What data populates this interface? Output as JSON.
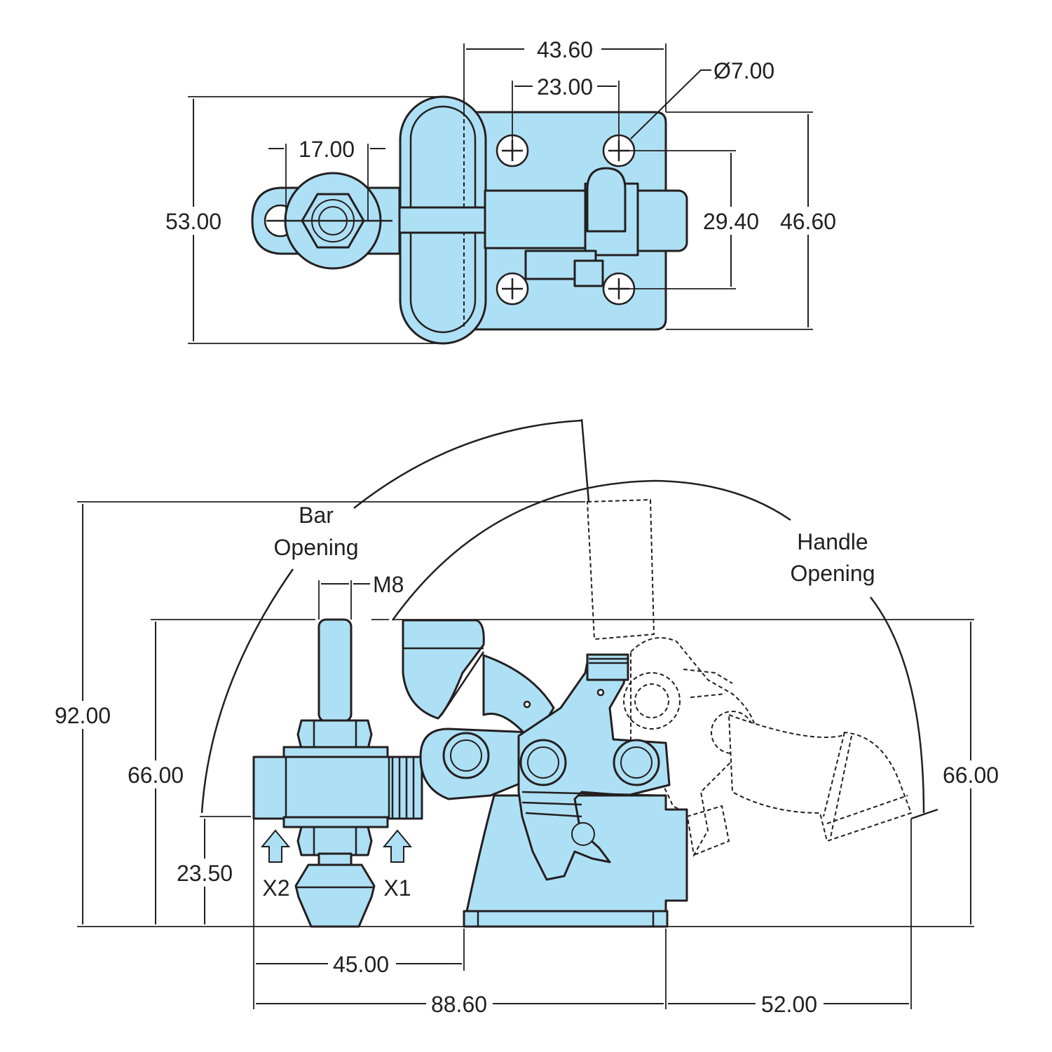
{
  "top_view": {
    "dim_width_plate": "43.60",
    "dim_hole_spacing": "23.00",
    "dim_hole_diameter": "Ø7.00",
    "dim_nut_width": "17.00",
    "dim_overall_height": "53.00",
    "dim_hole_vertical": "29.40",
    "dim_plate_height": "46.60"
  },
  "side_view": {
    "bar_opening_label_line1": "Bar",
    "bar_opening_label_line2": "Opening",
    "handle_opening_label_line1": "Handle",
    "handle_opening_label_line2": "Opening",
    "thread_label": "M8",
    "dim_overall_height": "92.00",
    "dim_left_height": "66.00",
    "dim_right_height": "66.00",
    "dim_spindle_height": "23.50",
    "dim_spindle_offset": "45.00",
    "dim_overall_length": "88.60",
    "dim_handle_reach": "52.00",
    "force_label_x2": "X2",
    "force_label_x1": "X1"
  },
  "colors": {
    "part_fill": "#aee0f5",
    "outline": "#231f20"
  }
}
